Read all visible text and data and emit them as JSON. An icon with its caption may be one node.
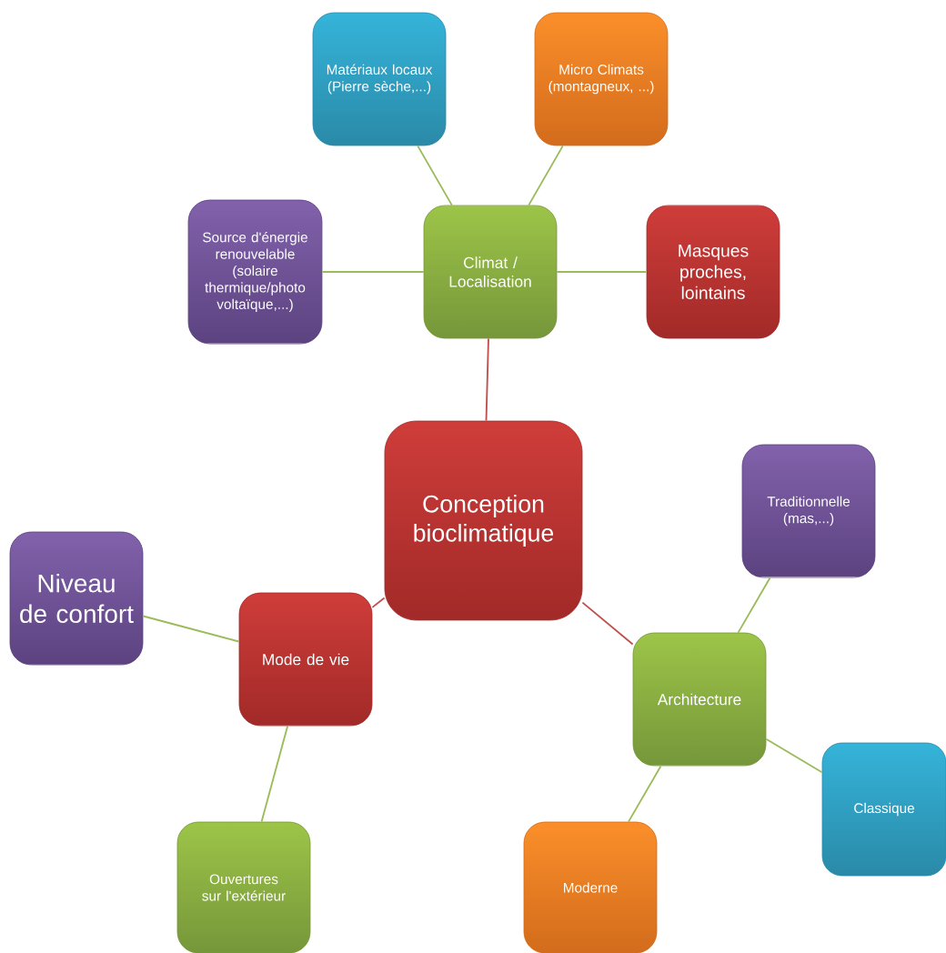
{
  "diagram": {
    "nodes": [
      {
        "text": [
          "Conception bioclimatique"
        ]
      },
      {
        "text": [
          "Climat / Localisation"
        ]
      },
      {
        "text": [
          "Matériaux locaux (Pierre sèche,...)"
        ]
      },
      {
        "text": [
          "Micro Climats (montagneux, ...)"
        ]
      },
      {
        "text": [
          "Source d'énergie renouvelable (solaire thermique/photo voltaïque,...)"
        ]
      },
      {
        "text": [
          "Masques proches, lointains"
        ]
      },
      {
        "text": [
          "Mode de vie"
        ]
      },
      {
        "text": [
          "Niveau de confort"
        ]
      },
      {
        "text": [
          "Ouvertures sur l'extérieur"
        ]
      },
      {
        "text": [
          "Architecture"
        ]
      },
      {
        "text": [
          "Traditionnelle (mas,...)"
        ]
      },
      {
        "text": [
          "Classique"
        ]
      },
      {
        "text": [
          "Moderne"
        ]
      }
    ],
    "edges": [
      {
        "from": 0,
        "to": 1,
        "arrow": "none",
        "color": "#c0504d"
      },
      {
        "from": 1,
        "to": 2,
        "arrow": "none"
      },
      {
        "from": 1,
        "to": 3,
        "arrow": "none"
      },
      {
        "from": 1,
        "to": 4,
        "arrow": "none"
      },
      {
        "from": 1,
        "to": 5,
        "arrow": "none"
      },
      {
        "from": 0,
        "to": 6,
        "arrow": "none",
        "color": "#c0504d"
      },
      {
        "from": 6,
        "to": 7,
        "arrow": "none"
      },
      {
        "from": 6,
        "to": 8,
        "arrow": "none"
      },
      {
        "from": 0,
        "to": 9,
        "arrow": "none",
        "color": "#c0504d"
      },
      {
        "from": 9,
        "to": 10,
        "arrow": "none"
      },
      {
        "from": 9,
        "to": 11,
        "arrow": "none"
      },
      {
        "from": 9,
        "to": 12,
        "arrow": "none"
      }
    ]
  }
}
